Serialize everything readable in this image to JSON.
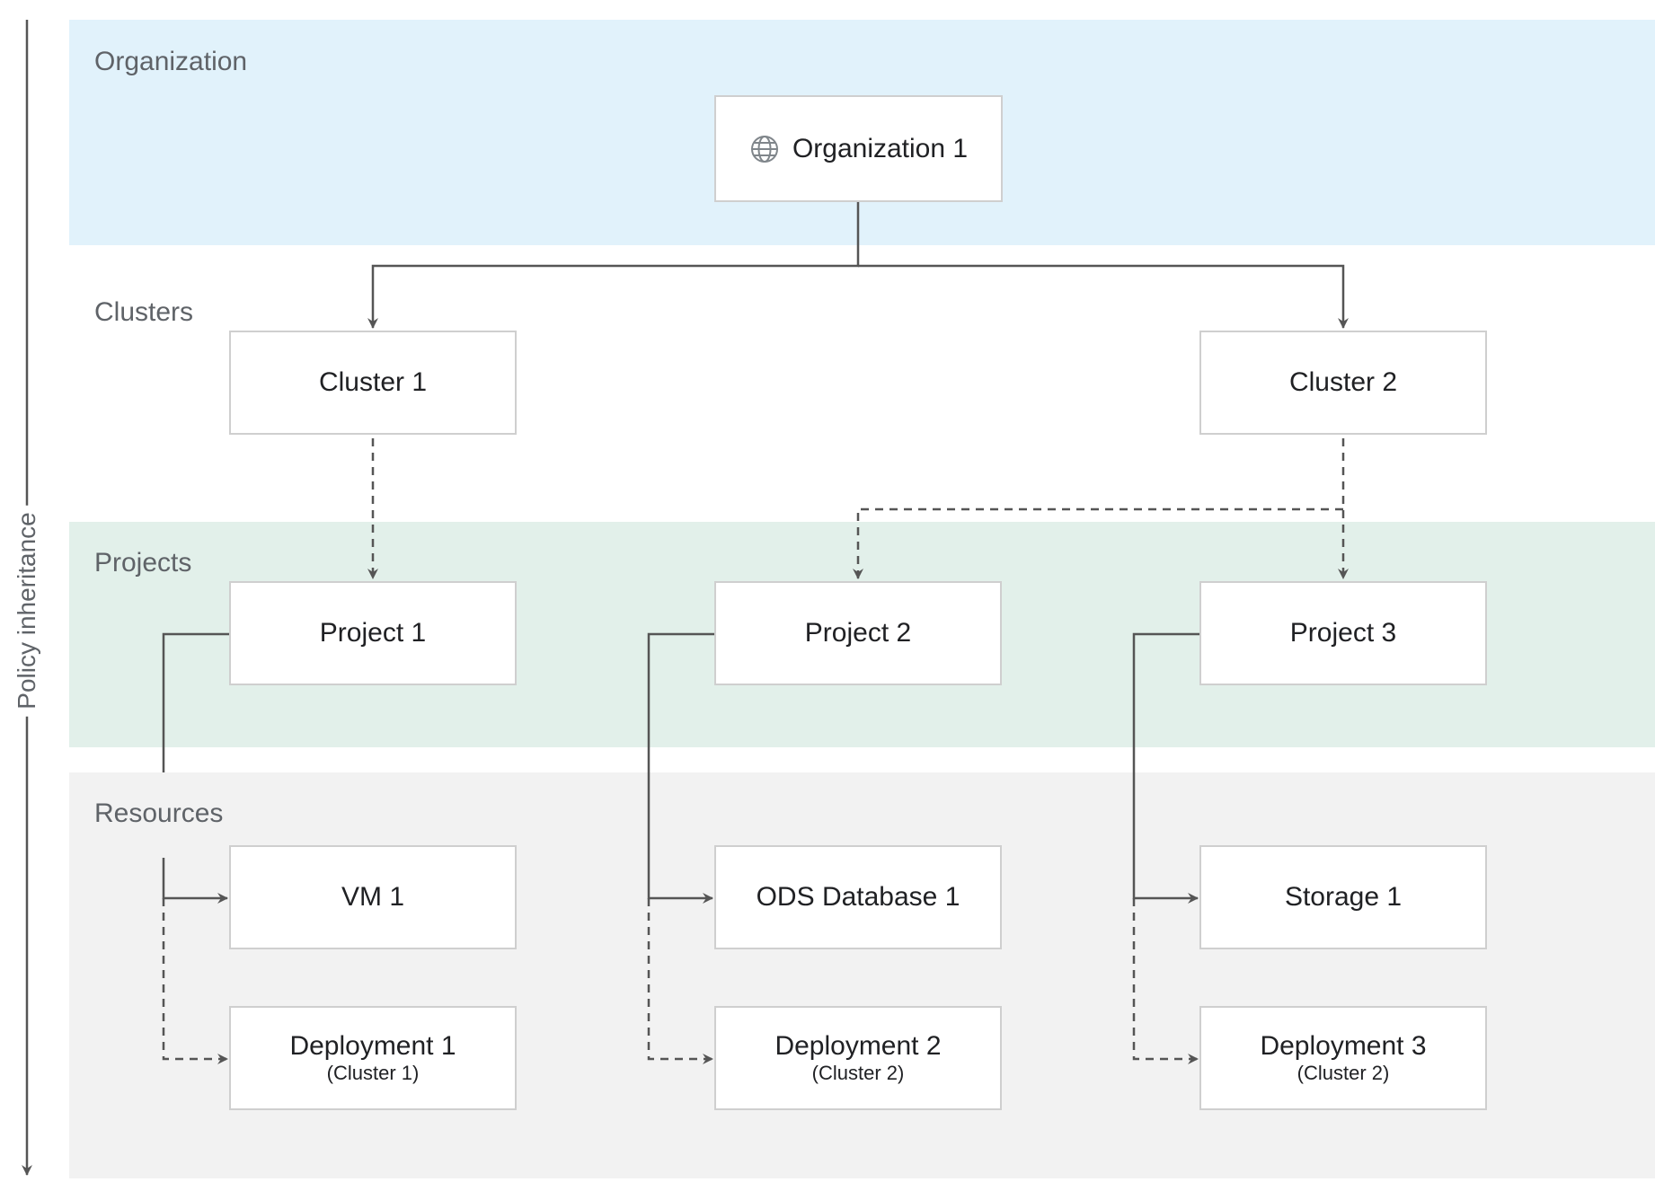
{
  "axis": {
    "label": "Policy inheritance"
  },
  "levels": {
    "organization": "Organization",
    "clusters": "Clusters",
    "projects": "Projects",
    "resources": "Resources"
  },
  "colors": {
    "organization_band": "#e1f2fb",
    "projects_band": "#e2f0ea",
    "resources_band": "#f2f2f2",
    "connector": "#555555",
    "node_border": "#cfcfcf"
  },
  "nodes": {
    "org1": {
      "label": "Organization 1",
      "icon": "globe-icon"
    },
    "cluster1": {
      "label": "Cluster 1"
    },
    "cluster2": {
      "label": "Cluster 2"
    },
    "project1": {
      "label": "Project 1"
    },
    "project2": {
      "label": "Project 2"
    },
    "project3": {
      "label": "Project 3"
    },
    "vm1": {
      "label": "VM 1"
    },
    "ods1": {
      "label": "ODS Database 1"
    },
    "storage1": {
      "label": "Storage 1"
    },
    "deployment1": {
      "label": "Deployment 1",
      "sublabel": "(Cluster 1)"
    },
    "deployment2": {
      "label": "Deployment 2",
      "sublabel": "(Cluster 2)"
    },
    "deployment3": {
      "label": "Deployment 3",
      "sublabel": "(Cluster 2)"
    }
  },
  "edges": [
    {
      "from": "org1",
      "to": "cluster1",
      "style": "solid"
    },
    {
      "from": "org1",
      "to": "cluster2",
      "style": "solid"
    },
    {
      "from": "cluster1",
      "to": "project1",
      "style": "dashed"
    },
    {
      "from": "cluster2",
      "to": "project2",
      "style": "dashed"
    },
    {
      "from": "cluster2",
      "to": "project3",
      "style": "dashed"
    },
    {
      "from": "project1",
      "to": "vm1",
      "style": "solid"
    },
    {
      "from": "project1",
      "to": "deployment1",
      "style": "dashed"
    },
    {
      "from": "project2",
      "to": "ods1",
      "style": "solid"
    },
    {
      "from": "project2",
      "to": "deployment2",
      "style": "dashed"
    },
    {
      "from": "project3",
      "to": "storage1",
      "style": "solid"
    },
    {
      "from": "project3",
      "to": "deployment3",
      "style": "dashed"
    }
  ]
}
